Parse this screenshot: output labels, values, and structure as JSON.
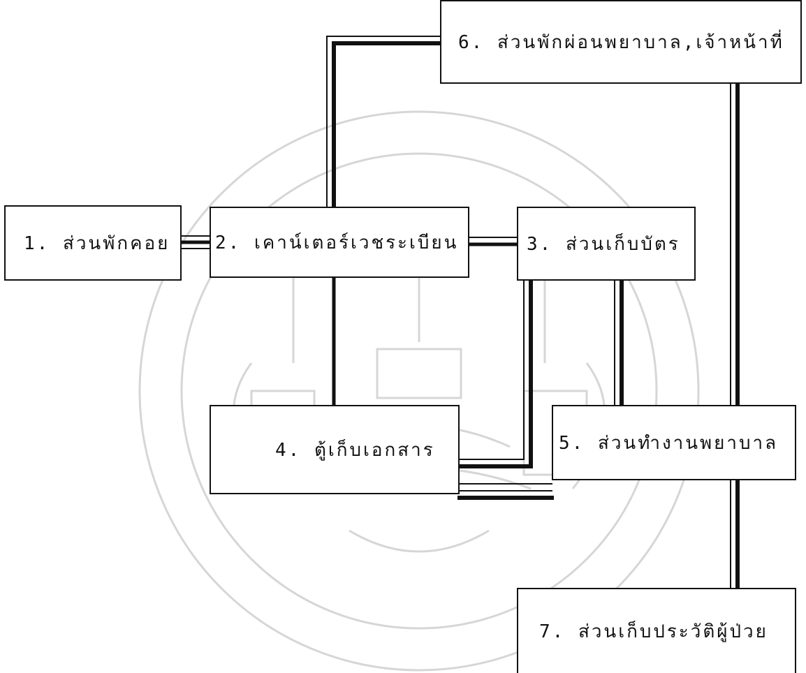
{
  "diagram": {
    "nodes": [
      {
        "id": "n1",
        "label": "1. ส่วนพักคอย"
      },
      {
        "id": "n2",
        "label": "2. เคาน์เตอร์เวชระเบียน"
      },
      {
        "id": "n3",
        "label": "3. ส่วนเก็บบัตร"
      },
      {
        "id": "n4",
        "label": "4. ตู้เก็บเอกสาร"
      },
      {
        "id": "n5",
        "label": "5. ส่วนทำงานพยาบาล"
      },
      {
        "id": "n6",
        "label": "6. ส่วนพักผ่อนพยาบาล,เจ้าหน้าที่"
      },
      {
        "id": "n7",
        "label": "7. ส่วนเก็บประวัติผู้ป่วย"
      }
    ],
    "edges": [
      {
        "from": "n1",
        "to": "n2"
      },
      {
        "from": "n2",
        "to": "n3"
      },
      {
        "from": "n2",
        "to": "n6"
      },
      {
        "from": "n2",
        "to": "n4"
      },
      {
        "from": "n3",
        "to": "n4"
      },
      {
        "from": "n3",
        "to": "n5"
      },
      {
        "from": "n4",
        "to": "n5"
      },
      {
        "from": "n6",
        "to": "n5"
      },
      {
        "from": "n5",
        "to": "n7"
      }
    ]
  },
  "colors": {
    "line": "#111111",
    "watermark": "#cfcfcf"
  },
  "background_mark": "university-seal-watermark"
}
